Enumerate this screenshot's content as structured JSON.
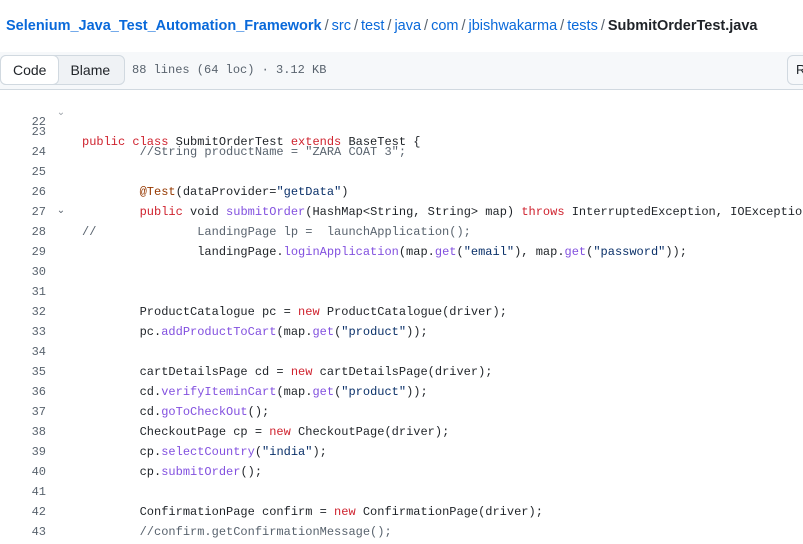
{
  "breadcrumb": {
    "repo": "Selenium_Java_Test_Automation_Framework",
    "dirs": [
      "src",
      "test",
      "java",
      "com",
      "jbishwakarma",
      "tests"
    ],
    "file": "SubmitOrderTest.java",
    "separator": "/"
  },
  "toolbar": {
    "code_label": "Code",
    "blame_label": "Blame",
    "file_meta": "88 lines (64 loc) · 3.12 KB",
    "raw_label": "R"
  },
  "sticky": {
    "line_number": "22",
    "tokens": [
      {
        "t": "kw",
        "v": "public class "
      },
      {
        "t": "",
        "v": "SubmitOrderTest "
      },
      {
        "t": "kw",
        "v": "extends "
      },
      {
        "t": "",
        "v": "BaseTest {"
      }
    ]
  },
  "code": [
    {
      "n": "23",
      "fold": false,
      "tokens": []
    },
    {
      "n": "24",
      "fold": false,
      "tokens": [
        {
          "t": "cm",
          "v": "        //String productName = \"ZARA COAT 3\";"
        }
      ]
    },
    {
      "n": "25",
      "fold": false,
      "tokens": []
    },
    {
      "n": "26",
      "fold": false,
      "tokens": [
        {
          "t": "",
          "v": "        "
        },
        {
          "t": "an",
          "v": "@Test"
        },
        {
          "t": "",
          "v": "(dataProvider="
        },
        {
          "t": "str",
          "v": "\"getData\""
        },
        {
          "t": "",
          "v": ")"
        }
      ]
    },
    {
      "n": "27",
      "fold": true,
      "tokens": [
        {
          "t": "",
          "v": "        "
        },
        {
          "t": "kw",
          "v": "public "
        },
        {
          "t": "",
          "v": "void "
        },
        {
          "t": "fn",
          "v": "submitOrder"
        },
        {
          "t": "",
          "v": "(HashMap<String, String> map) "
        },
        {
          "t": "kw",
          "v": "throws "
        },
        {
          "t": "",
          "v": "InterruptedException, IOException {"
        }
      ]
    },
    {
      "n": "28",
      "fold": false,
      "tokens": [
        {
          "t": "cm",
          "v": "//              LandingPage lp =  launchApplication();"
        }
      ]
    },
    {
      "n": "29",
      "fold": false,
      "tokens": [
        {
          "t": "",
          "v": "                landingPage."
        },
        {
          "t": "fn",
          "v": "loginApplication"
        },
        {
          "t": "",
          "v": "(map."
        },
        {
          "t": "fn",
          "v": "get"
        },
        {
          "t": "",
          "v": "("
        },
        {
          "t": "str",
          "v": "\"email\""
        },
        {
          "t": "",
          "v": "), map."
        },
        {
          "t": "fn",
          "v": "get"
        },
        {
          "t": "",
          "v": "("
        },
        {
          "t": "str",
          "v": "\"password\""
        },
        {
          "t": "",
          "v": "));"
        }
      ]
    },
    {
      "n": "30",
      "fold": false,
      "tokens": []
    },
    {
      "n": "31",
      "fold": false,
      "tokens": []
    },
    {
      "n": "32",
      "fold": false,
      "tokens": [
        {
          "t": "",
          "v": "        ProductCatalogue pc = "
        },
        {
          "t": "kw",
          "v": "new "
        },
        {
          "t": "",
          "v": "ProductCatalogue(driver);"
        }
      ]
    },
    {
      "n": "33",
      "fold": false,
      "tokens": [
        {
          "t": "",
          "v": "        pc."
        },
        {
          "t": "fn",
          "v": "addProductToCart"
        },
        {
          "t": "",
          "v": "(map."
        },
        {
          "t": "fn",
          "v": "get"
        },
        {
          "t": "",
          "v": "("
        },
        {
          "t": "str",
          "v": "\"product\""
        },
        {
          "t": "",
          "v": "));"
        }
      ]
    },
    {
      "n": "34",
      "fold": false,
      "tokens": []
    },
    {
      "n": "35",
      "fold": false,
      "tokens": [
        {
          "t": "",
          "v": "        cartDetailsPage cd = "
        },
        {
          "t": "kw",
          "v": "new "
        },
        {
          "t": "",
          "v": "cartDetailsPage(driver);"
        }
      ]
    },
    {
      "n": "36",
      "fold": false,
      "tokens": [
        {
          "t": "",
          "v": "        cd."
        },
        {
          "t": "fn",
          "v": "verifyIteminCart"
        },
        {
          "t": "",
          "v": "(map."
        },
        {
          "t": "fn",
          "v": "get"
        },
        {
          "t": "",
          "v": "("
        },
        {
          "t": "str",
          "v": "\"product\""
        },
        {
          "t": "",
          "v": "));"
        }
      ]
    },
    {
      "n": "37",
      "fold": false,
      "tokens": [
        {
          "t": "",
          "v": "        cd."
        },
        {
          "t": "fn",
          "v": "goToCheckOut"
        },
        {
          "t": "",
          "v": "();"
        }
      ]
    },
    {
      "n": "38",
      "fold": false,
      "tokens": [
        {
          "t": "",
          "v": "        CheckoutPage cp = "
        },
        {
          "t": "kw",
          "v": "new "
        },
        {
          "t": "",
          "v": "CheckoutPage(driver);"
        }
      ]
    },
    {
      "n": "39",
      "fold": false,
      "tokens": [
        {
          "t": "",
          "v": "        cp."
        },
        {
          "t": "fn",
          "v": "selectCountry"
        },
        {
          "t": "",
          "v": "("
        },
        {
          "t": "str",
          "v": "\"india\""
        },
        {
          "t": "",
          "v": ");"
        }
      ]
    },
    {
      "n": "40",
      "fold": false,
      "tokens": [
        {
          "t": "",
          "v": "        cp."
        },
        {
          "t": "fn",
          "v": "submitOrder"
        },
        {
          "t": "",
          "v": "();"
        }
      ]
    },
    {
      "n": "41",
      "fold": false,
      "tokens": []
    },
    {
      "n": "42",
      "fold": false,
      "tokens": [
        {
          "t": "",
          "v": "        ConfirmationPage confirm = "
        },
        {
          "t": "kw",
          "v": "new "
        },
        {
          "t": "",
          "v": "ConfirmationPage(driver);"
        }
      ]
    },
    {
      "n": "43",
      "fold": false,
      "tokens": [
        {
          "t": "cm",
          "v": "        //confirm.getConfirmationMessage();"
        }
      ]
    }
  ],
  "icons": {
    "fold": "chevron-down-icon"
  }
}
